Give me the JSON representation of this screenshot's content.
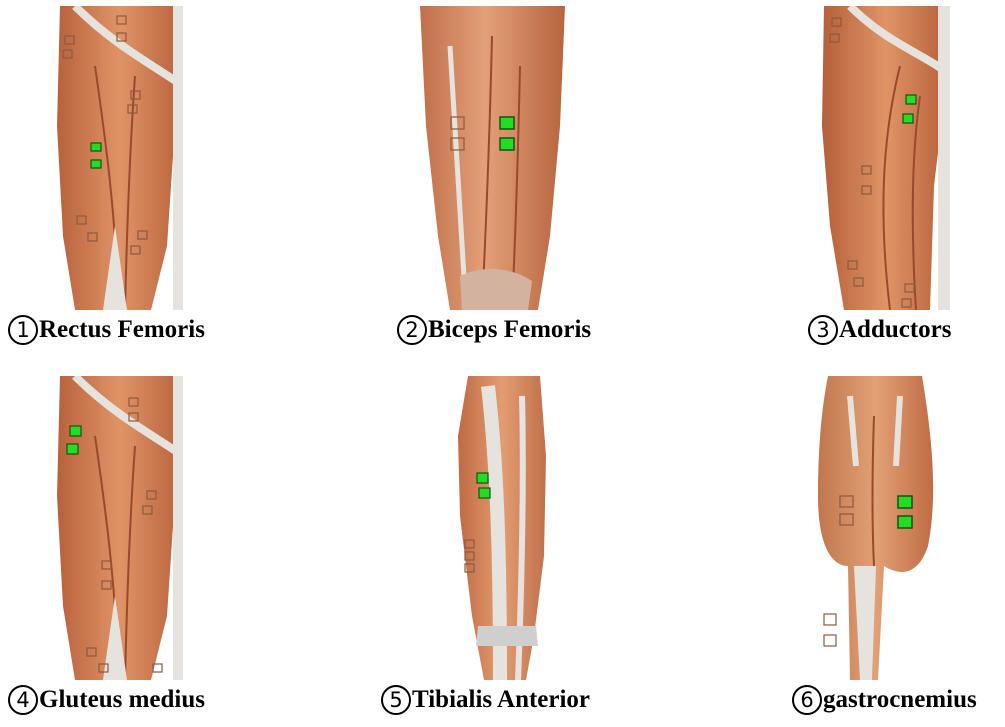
{
  "figure": {
    "panels": [
      {
        "number": "1",
        "label": "Rectus Femoris",
        "image_icon": "anterior-thigh-muscles-illustration"
      },
      {
        "number": "2",
        "label": "Biceps Femoris",
        "image_icon": "posterior-thigh-muscles-illustration"
      },
      {
        "number": "3",
        "label": "Adductors",
        "image_icon": "medial-thigh-muscles-illustration"
      },
      {
        "number": "4",
        "label": "Gluteus medius",
        "image_icon": "lateral-hip-thigh-muscles-illustration"
      },
      {
        "number": "5",
        "label": "Tibialis Anterior",
        "image_icon": "anterior-lower-leg-muscles-illustration"
      },
      {
        "number": "6",
        "label": "gastrocnemius",
        "image_icon": "posterior-calf-muscles-illustration"
      }
    ],
    "colors": {
      "muscle": "#d9855a",
      "muscle_dark": "#b9603a",
      "tendon": "#e6e3df",
      "electrode_active": "#22dd22",
      "electrode_inactive": "#8a5a40",
      "text": "#000000"
    }
  }
}
